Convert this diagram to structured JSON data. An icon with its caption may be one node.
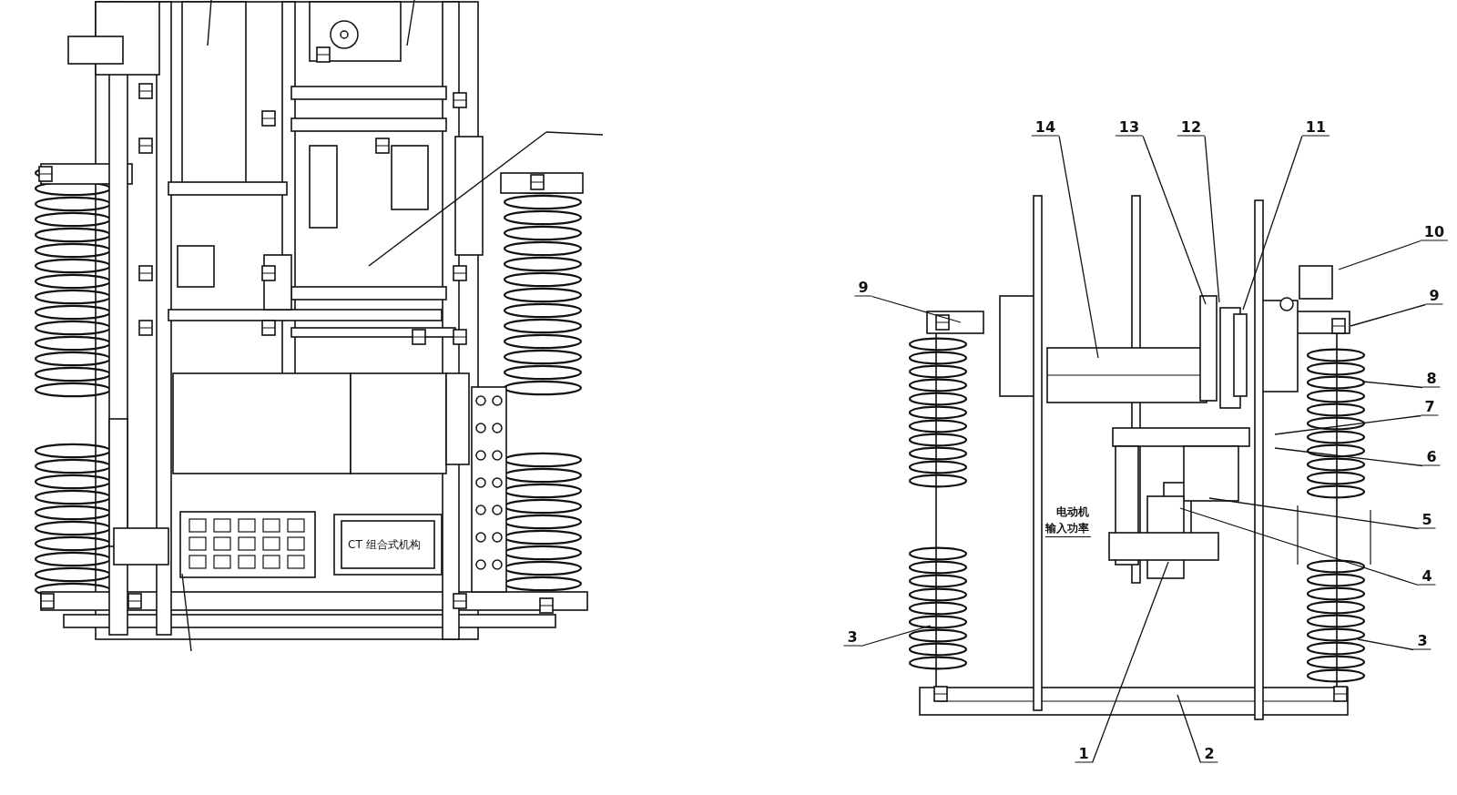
{
  "diagram": {
    "nodes": [
      {
        "text": [
          "14"
        ]
      },
      {
        "text": [
          "13"
        ]
      },
      {
        "text": [
          "12"
        ]
      },
      {
        "text": [
          "11"
        ]
      },
      {
        "text": [
          "10"
        ]
      },
      {
        "text": [
          "9"
        ]
      },
      {
        "text": [
          "9"
        ]
      },
      {
        "text": [
          "8"
        ]
      },
      {
        "text": [
          "7"
        ]
      },
      {
        "text": [
          "6"
        ]
      },
      {
        "text": [
          "5"
        ]
      },
      {
        "text": [
          "4"
        ]
      },
      {
        "text": [
          "3"
        ]
      },
      {
        "text": [
          "3"
        ]
      },
      {
        "text": [
          "1"
        ]
      },
      {
        "text": [
          "2"
        ]
      }
    ],
    "edges": [
      {
        "from": 0,
        "to": null,
        "arrow": "none"
      },
      {
        "from": 1,
        "to": null,
        "arrow": "none"
      },
      {
        "from": 2,
        "to": null,
        "arrow": "none"
      },
      {
        "from": 3,
        "to": null,
        "arrow": "none"
      },
      {
        "from": 4,
        "to": null,
        "arrow": "none"
      },
      {
        "from": 5,
        "to": null,
        "arrow": "none"
      },
      {
        "from": 6,
        "to": null,
        "arrow": "none"
      },
      {
        "from": 7,
        "to": null,
        "arrow": "none"
      },
      {
        "from": 8,
        "to": null,
        "arrow": "none"
      },
      {
        "from": 9,
        "to": null,
        "arrow": "none"
      },
      {
        "from": 10,
        "to": null,
        "arrow": "none"
      },
      {
        "from": 11,
        "to": null,
        "arrow": "none"
      },
      {
        "from": 12,
        "to": null,
        "arrow": "none"
      },
      {
        "from": 13,
        "to": null,
        "arrow": "none"
      },
      {
        "from": 14,
        "to": null,
        "arrow": "none"
      },
      {
        "from": 15,
        "to": null,
        "arrow": "none"
      }
    ],
    "labels": [
      "CT 组合式机构",
      "电动机输入功率"
    ]
  }
}
